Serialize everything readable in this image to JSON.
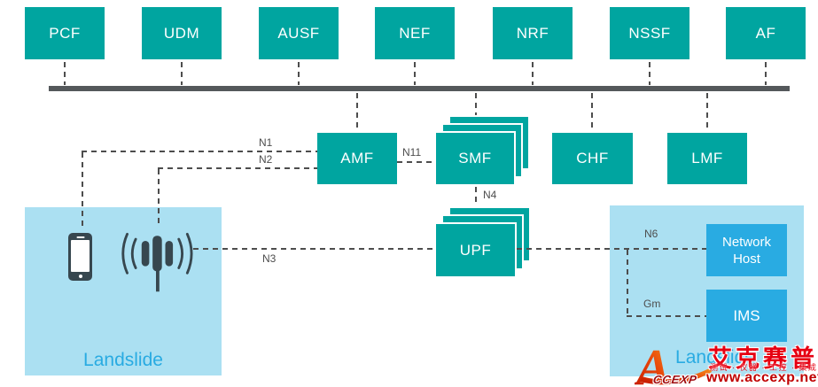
{
  "bus_nodes": [
    {
      "label": "PCF"
    },
    {
      "label": "UDM"
    },
    {
      "label": "AUSF"
    },
    {
      "label": "NEF"
    },
    {
      "label": "NRF"
    },
    {
      "label": "NSSF"
    },
    {
      "label": "AF"
    }
  ],
  "core": {
    "amf": "AMF",
    "smf": "SMF",
    "chf": "CHF",
    "lmf": "LMF",
    "upf": "UPF"
  },
  "interfaces": {
    "n1": "N1",
    "n2": "N2",
    "n3": "N3",
    "n4": "N4",
    "n6": "N6",
    "n11": "N11",
    "gm": "Gm"
  },
  "left_zone": {
    "label": "Landslide",
    "icons": [
      "smartphone-icon",
      "base-station-icon"
    ]
  },
  "right_zone": {
    "label": "Landslide",
    "network_host": "Network Host",
    "ims": "IMS"
  },
  "watermark": {
    "logo_icon": "accexp-logo-icon",
    "logo_letter": "A",
    "logo_text": "CCEXP",
    "brand_cn": "艾克赛普",
    "tagline": "测试 · 仪器 · 工控 · 集成",
    "url": "www.accexp.net"
  },
  "colors": {
    "nf_teal": "#00a5a0",
    "zone_blue": "#abe0f2",
    "host_blue": "#29abe2",
    "dash_gray": "#4d4d4d",
    "bus_gray": "#54585b",
    "icon_slate": "#37474f",
    "watermark_red": "#e60012"
  }
}
